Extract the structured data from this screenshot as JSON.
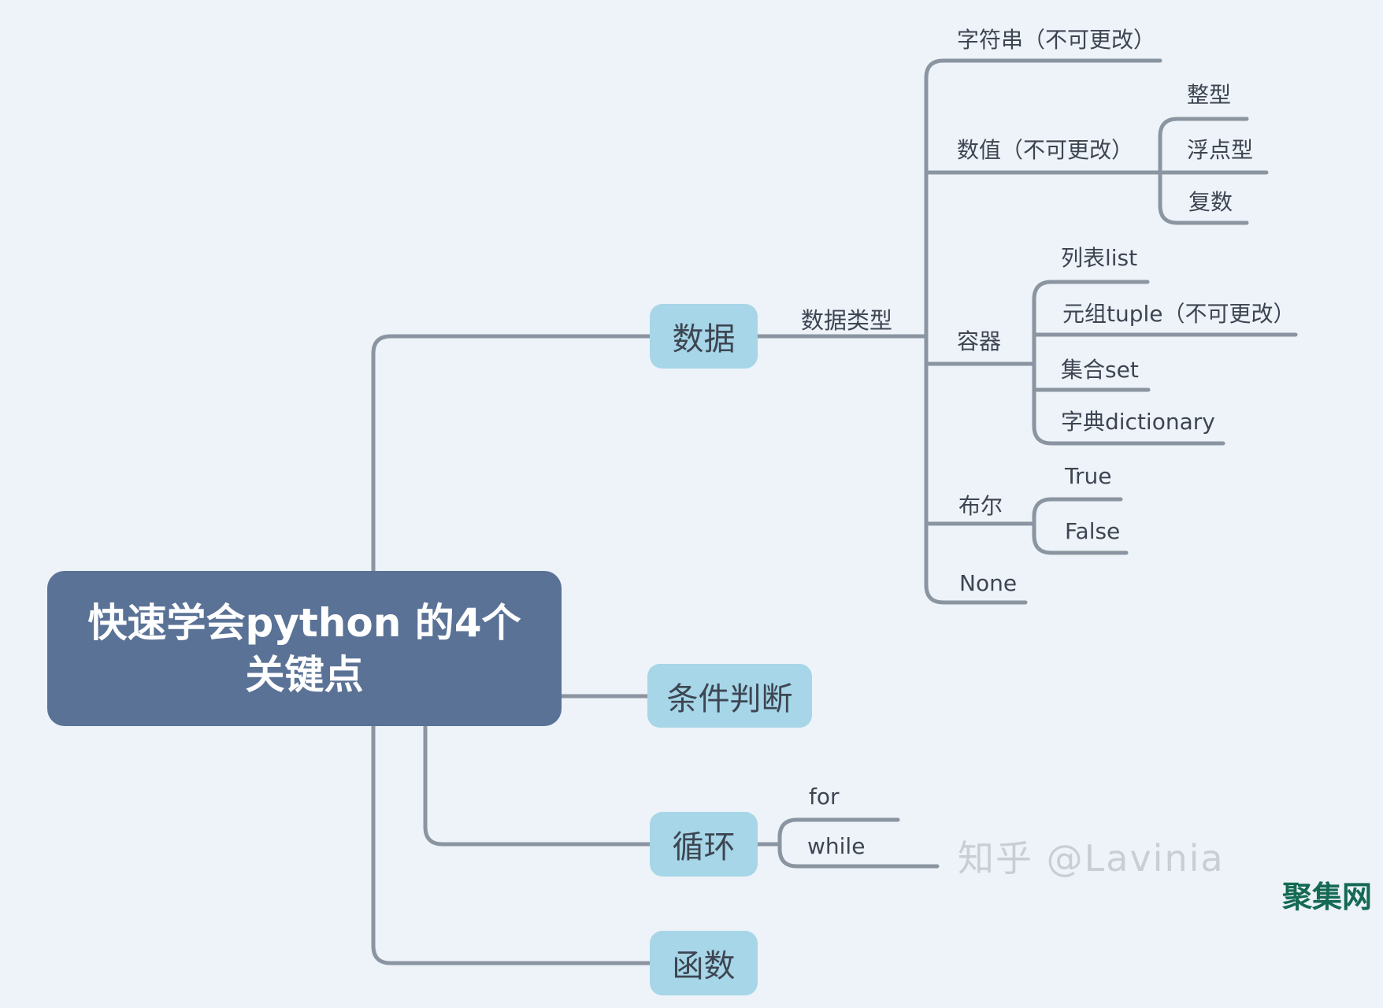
{
  "colors": {
    "background": "#edf3f8",
    "line": "#8b95a1",
    "root_fill": "#5a7296",
    "root_text": "#ffffff",
    "node_fill": "#a6d6e7",
    "text": "#3e4552",
    "watermark": "#c9ced5",
    "site_logo": "#156a54"
  },
  "root": {
    "line1": "快速学会python 的4个",
    "line2": "关键点"
  },
  "nodes": {
    "data": "数据",
    "condition": "条件判断",
    "loop": "循环",
    "function": "函数"
  },
  "edge_labels": {
    "data_type": "数据类型"
  },
  "data_types": {
    "string": "字符串（不可更改）",
    "numeric": "数值（不可更改）",
    "numeric_children": {
      "int": "整型",
      "float": "浮点型",
      "complex": "复数"
    },
    "container": "容器",
    "container_children": {
      "list": "列表list",
      "tuple": "元组tuple（不可更改）",
      "set": "集合set",
      "dict": "字典dictionary"
    },
    "bool": "布尔",
    "bool_children": {
      "true": "True",
      "false": "False"
    },
    "none": "None"
  },
  "loop_children": {
    "for": "for",
    "while": "while"
  },
  "watermark": {
    "credit": "知乎 @Lavinia",
    "site": "聚集网"
  }
}
